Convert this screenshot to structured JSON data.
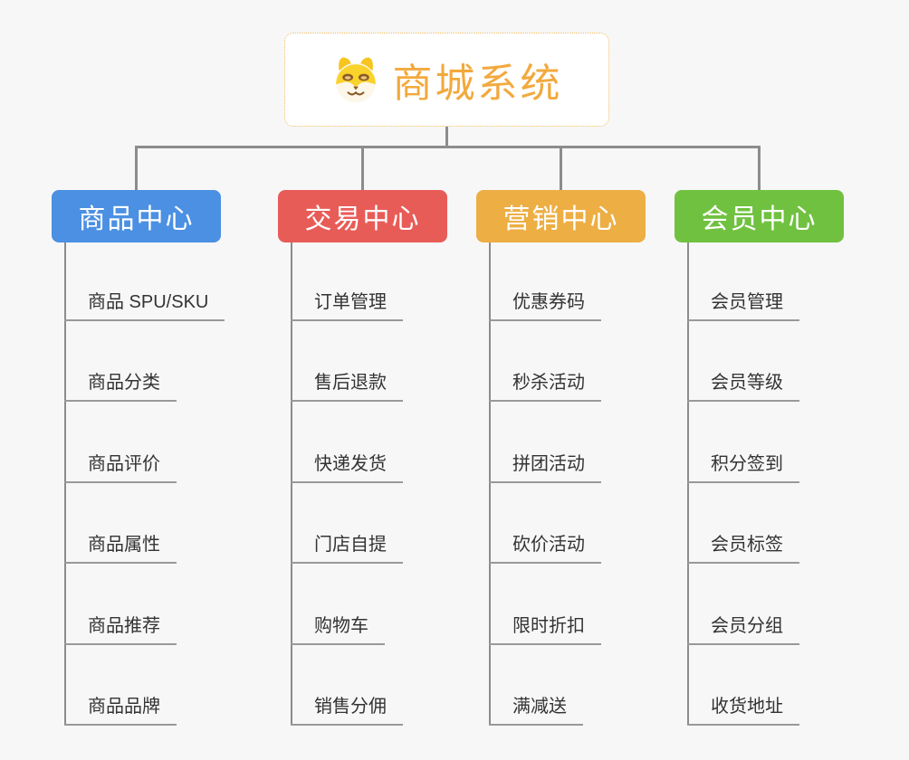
{
  "root": {
    "title": "商城系统",
    "icon": "dog-face-icon"
  },
  "branches": [
    {
      "label": "商品中心",
      "color": "#4b90e2",
      "items": [
        "商品 SPU/SKU",
        "商品分类",
        "商品评价",
        "商品属性",
        "商品推荐",
        "商品品牌"
      ]
    },
    {
      "label": "交易中心",
      "color": "#e85c58",
      "items": [
        "订单管理",
        "售后退款",
        "快递发货",
        "门店自提",
        "购物车",
        "销售分佣"
      ]
    },
    {
      "label": "营销中心",
      "color": "#edae44",
      "items": [
        "优惠券码",
        "秒杀活动",
        "拼团活动",
        "砍价活动",
        "限时折扣",
        "满减送"
      ]
    },
    {
      "label": "会员中心",
      "color": "#70c140",
      "items": [
        "会员管理",
        "会员等级",
        "积分签到",
        "会员标签",
        "会员分组",
        "收货地址"
      ]
    }
  ],
  "colors": {
    "background": "#f7f7f7",
    "connector": "#8c8c8c",
    "item_underline": "#999999",
    "item_text": "#333333",
    "root_text": "#f2a93d",
    "root_border": "#f3bc60"
  }
}
